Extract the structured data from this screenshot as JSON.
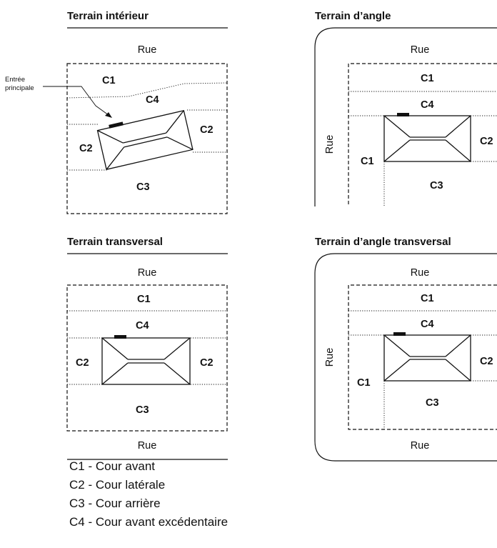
{
  "panels": [
    {
      "title": "Terrain intérieur",
      "street_top": "Rue",
      "callout": [
        "Entrée",
        "principale"
      ],
      "zones": {
        "c1": "C1",
        "c2_left": "C2",
        "c2_right": "C2",
        "c3": "C3",
        "c4": "C4"
      }
    },
    {
      "title": "Terrain d’angle",
      "street_top": "Rue",
      "street_side": "Rue",
      "zones": {
        "c1": "C1",
        "c1_side": "C1",
        "c2_right": "C2",
        "c3": "C3",
        "c4": "C4"
      }
    },
    {
      "title": "Terrain transversal",
      "street_top": "Rue",
      "street_bottom": "Rue",
      "zones": {
        "c1": "C1",
        "c2_left": "C2",
        "c2_right": "C2",
        "c3": "C3",
        "c4": "C4"
      }
    },
    {
      "title": "Terrain d’angle transversal",
      "street_top": "Rue",
      "street_side": "Rue",
      "street_bottom": "Rue",
      "zones": {
        "c1": "C1",
        "c1_side": "C1",
        "c2_right": "C2",
        "c3": "C3",
        "c4": "C4"
      }
    }
  ],
  "legend": [
    "C1 - Cour avant",
    "C2 - Cour latérale",
    "C3 - Cour arrière",
    "C4 - Cour avant excédentaire"
  ]
}
